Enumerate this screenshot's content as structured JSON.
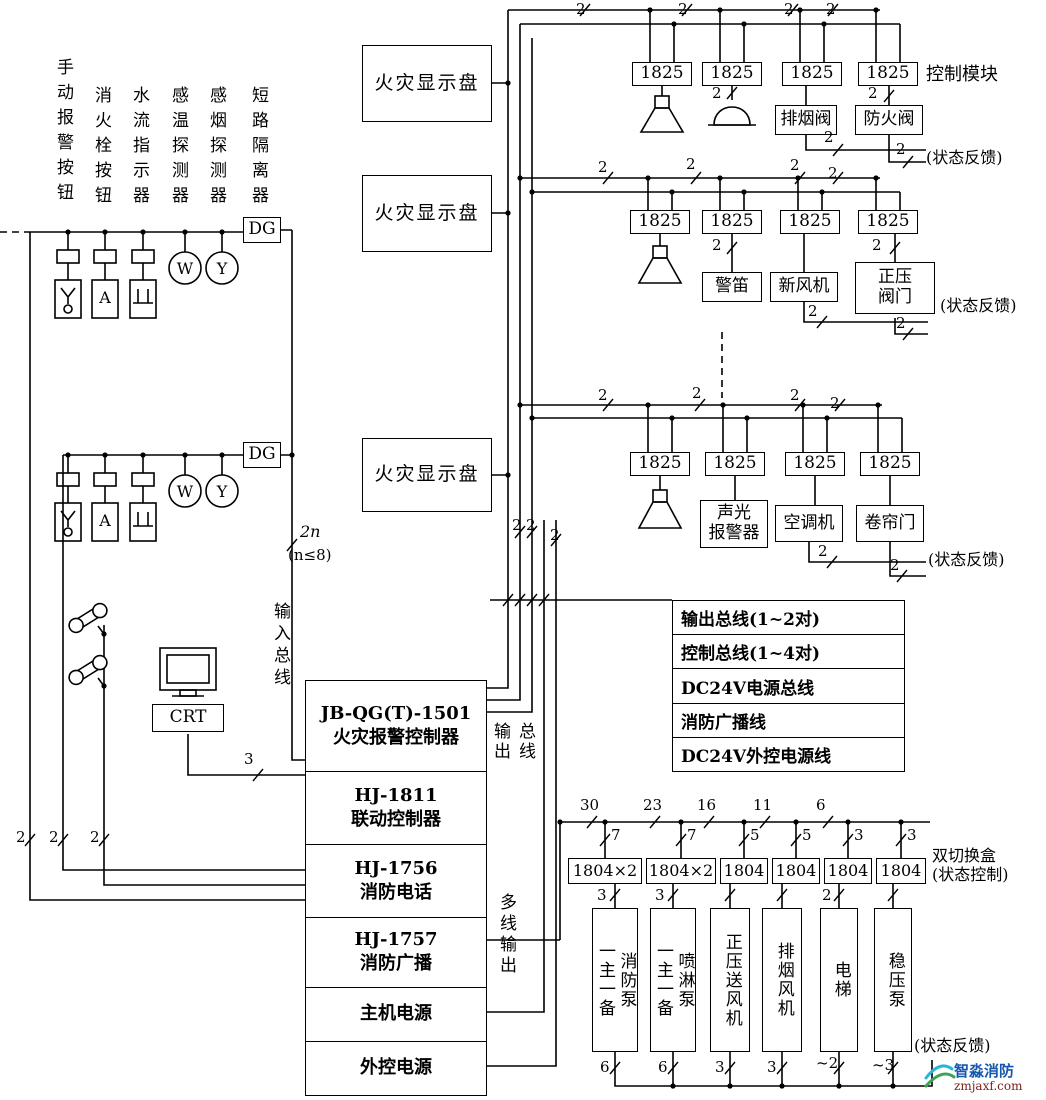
{
  "left_labels": [
    "手动报警按钮",
    "消火栓按钮",
    "水流指示器",
    "感温探测器",
    "感烟探测器",
    "短路隔离器"
  ],
  "symbols": {
    "dg": "DG",
    "heat": "W",
    "smoke": "Y",
    "hydrant": "A",
    "crt": "CRT"
  },
  "fire_display_label": "火灾显示盘",
  "module_1825": "1825",
  "module_1804": "1804",
  "module_1804x2": "1804×2",
  "group1": {
    "control_module": "控制模块",
    "device1": "排烟阀",
    "device2": "防火阀",
    "feedback": "(状态反馈)"
  },
  "group2": {
    "device1": "警笛",
    "device2": "新风机",
    "device3_line1": "正压",
    "device3_line2": "阀门",
    "feedback": "(状态反馈)"
  },
  "group3": {
    "device1_line1": "声光",
    "device1_line2": "报警器",
    "device2": "空调机",
    "device3": "卷帘门",
    "feedback": "(状态反馈)"
  },
  "legend": [
    "输出总线(1~2对)",
    "控制总线(1~4对)",
    "DC24V电源总线",
    "消防广播线",
    "DC24V外控电源线"
  ],
  "controller": [
    {
      "line1": "JB-QG(T)-1501",
      "line2": "火灾报警控制器"
    },
    {
      "line1": "HJ-1811",
      "line2": "联动控制器"
    },
    {
      "line1": "HJ-1756",
      "line2": "消防电话"
    },
    {
      "line1": "HJ-1757",
      "line2": "消防广播"
    },
    {
      "line1": "主机电源",
      "line2": ""
    },
    {
      "line1": "外控电源",
      "line2": ""
    }
  ],
  "bus_labels": {
    "input": "输入总线",
    "bus_out": "总线输出",
    "multi_out": "多线输出",
    "n2": "2n",
    "ncond": "(n≤8)"
  },
  "switch_box": {
    "line1": "双切换盒",
    "line2": "(状态控制)"
  },
  "bottom_devices": [
    {
      "line1": "消防泵",
      "line2": "一主一备"
    },
    {
      "line1": "喷淋泵",
      "line2": "一主一备"
    },
    {
      "line1": "正压送风机",
      "line2": ""
    },
    {
      "line1": "排烟风机",
      "line2": ""
    },
    {
      "line1": "电梯",
      "line2": ""
    },
    {
      "line1": "稳压泵",
      "line2": ""
    }
  ],
  "bottom_feedback": "(状态反馈)",
  "wire_counts": {
    "w2": "2",
    "w3": "3",
    "w5": "5",
    "w6": "6",
    "w7": "7",
    "w11": "11",
    "w16": "16",
    "w23": "23",
    "w30": "30",
    "t2": "~2",
    "t3": "~3"
  },
  "watermark": {
    "brand": "智淼消防",
    "site": "zmjaxf.com"
  }
}
